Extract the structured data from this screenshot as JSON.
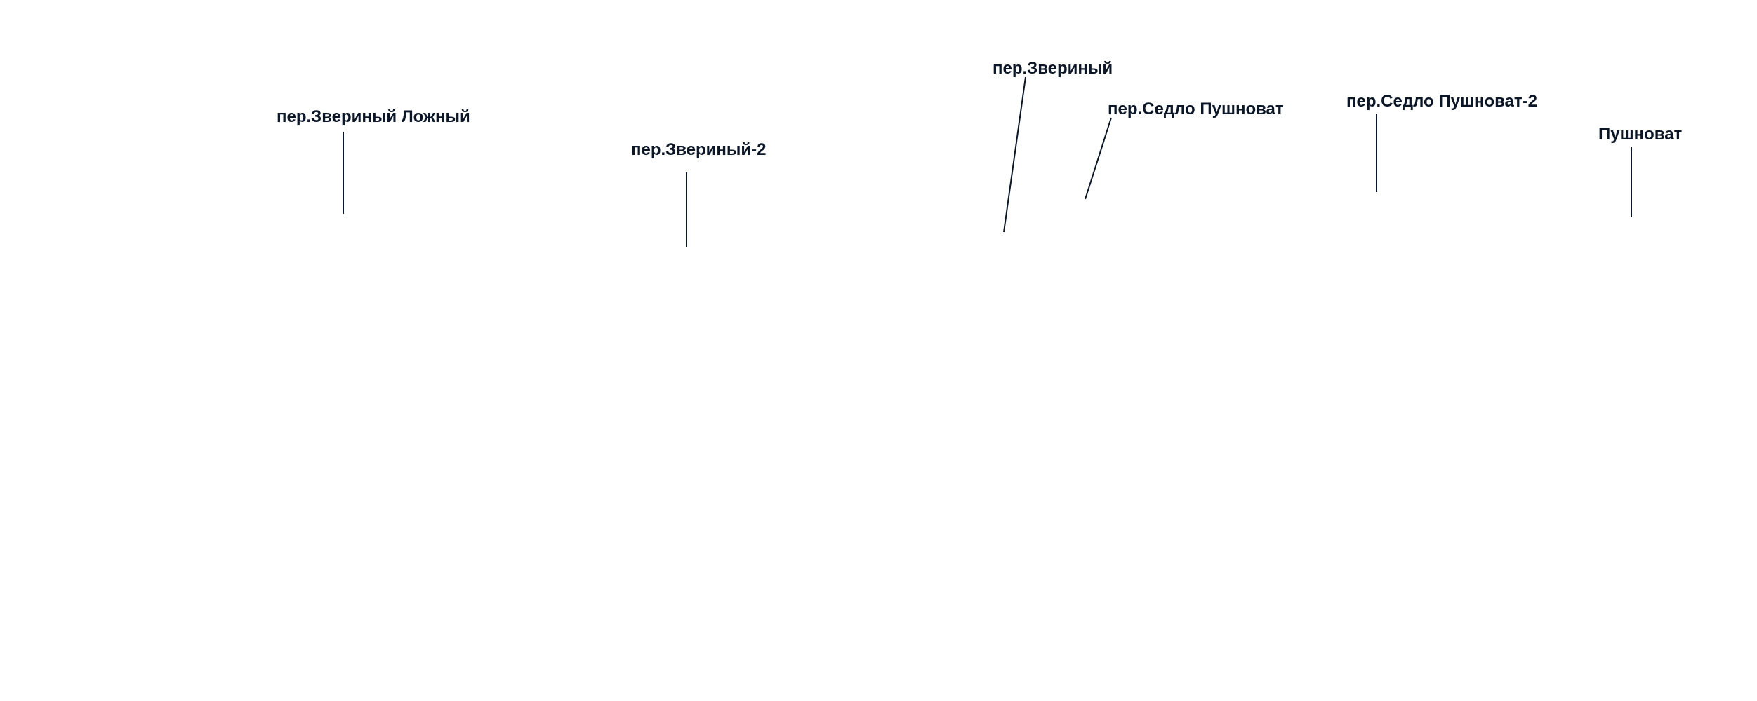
{
  "labels": {
    "a": {
      "text": "пер.Звериный Ложный"
    },
    "b": {
      "text": "пер.Звериный-2"
    },
    "c": {
      "text": "пер.Звериный"
    },
    "d": {
      "text": "пер.Седло Пушноват"
    },
    "e": {
      "text": "пер.Седло Пушноват-2"
    },
    "f": {
      "text": "Пушноват"
    }
  },
  "colors": {
    "ink": "#0b1626",
    "background": "#ffffff"
  }
}
